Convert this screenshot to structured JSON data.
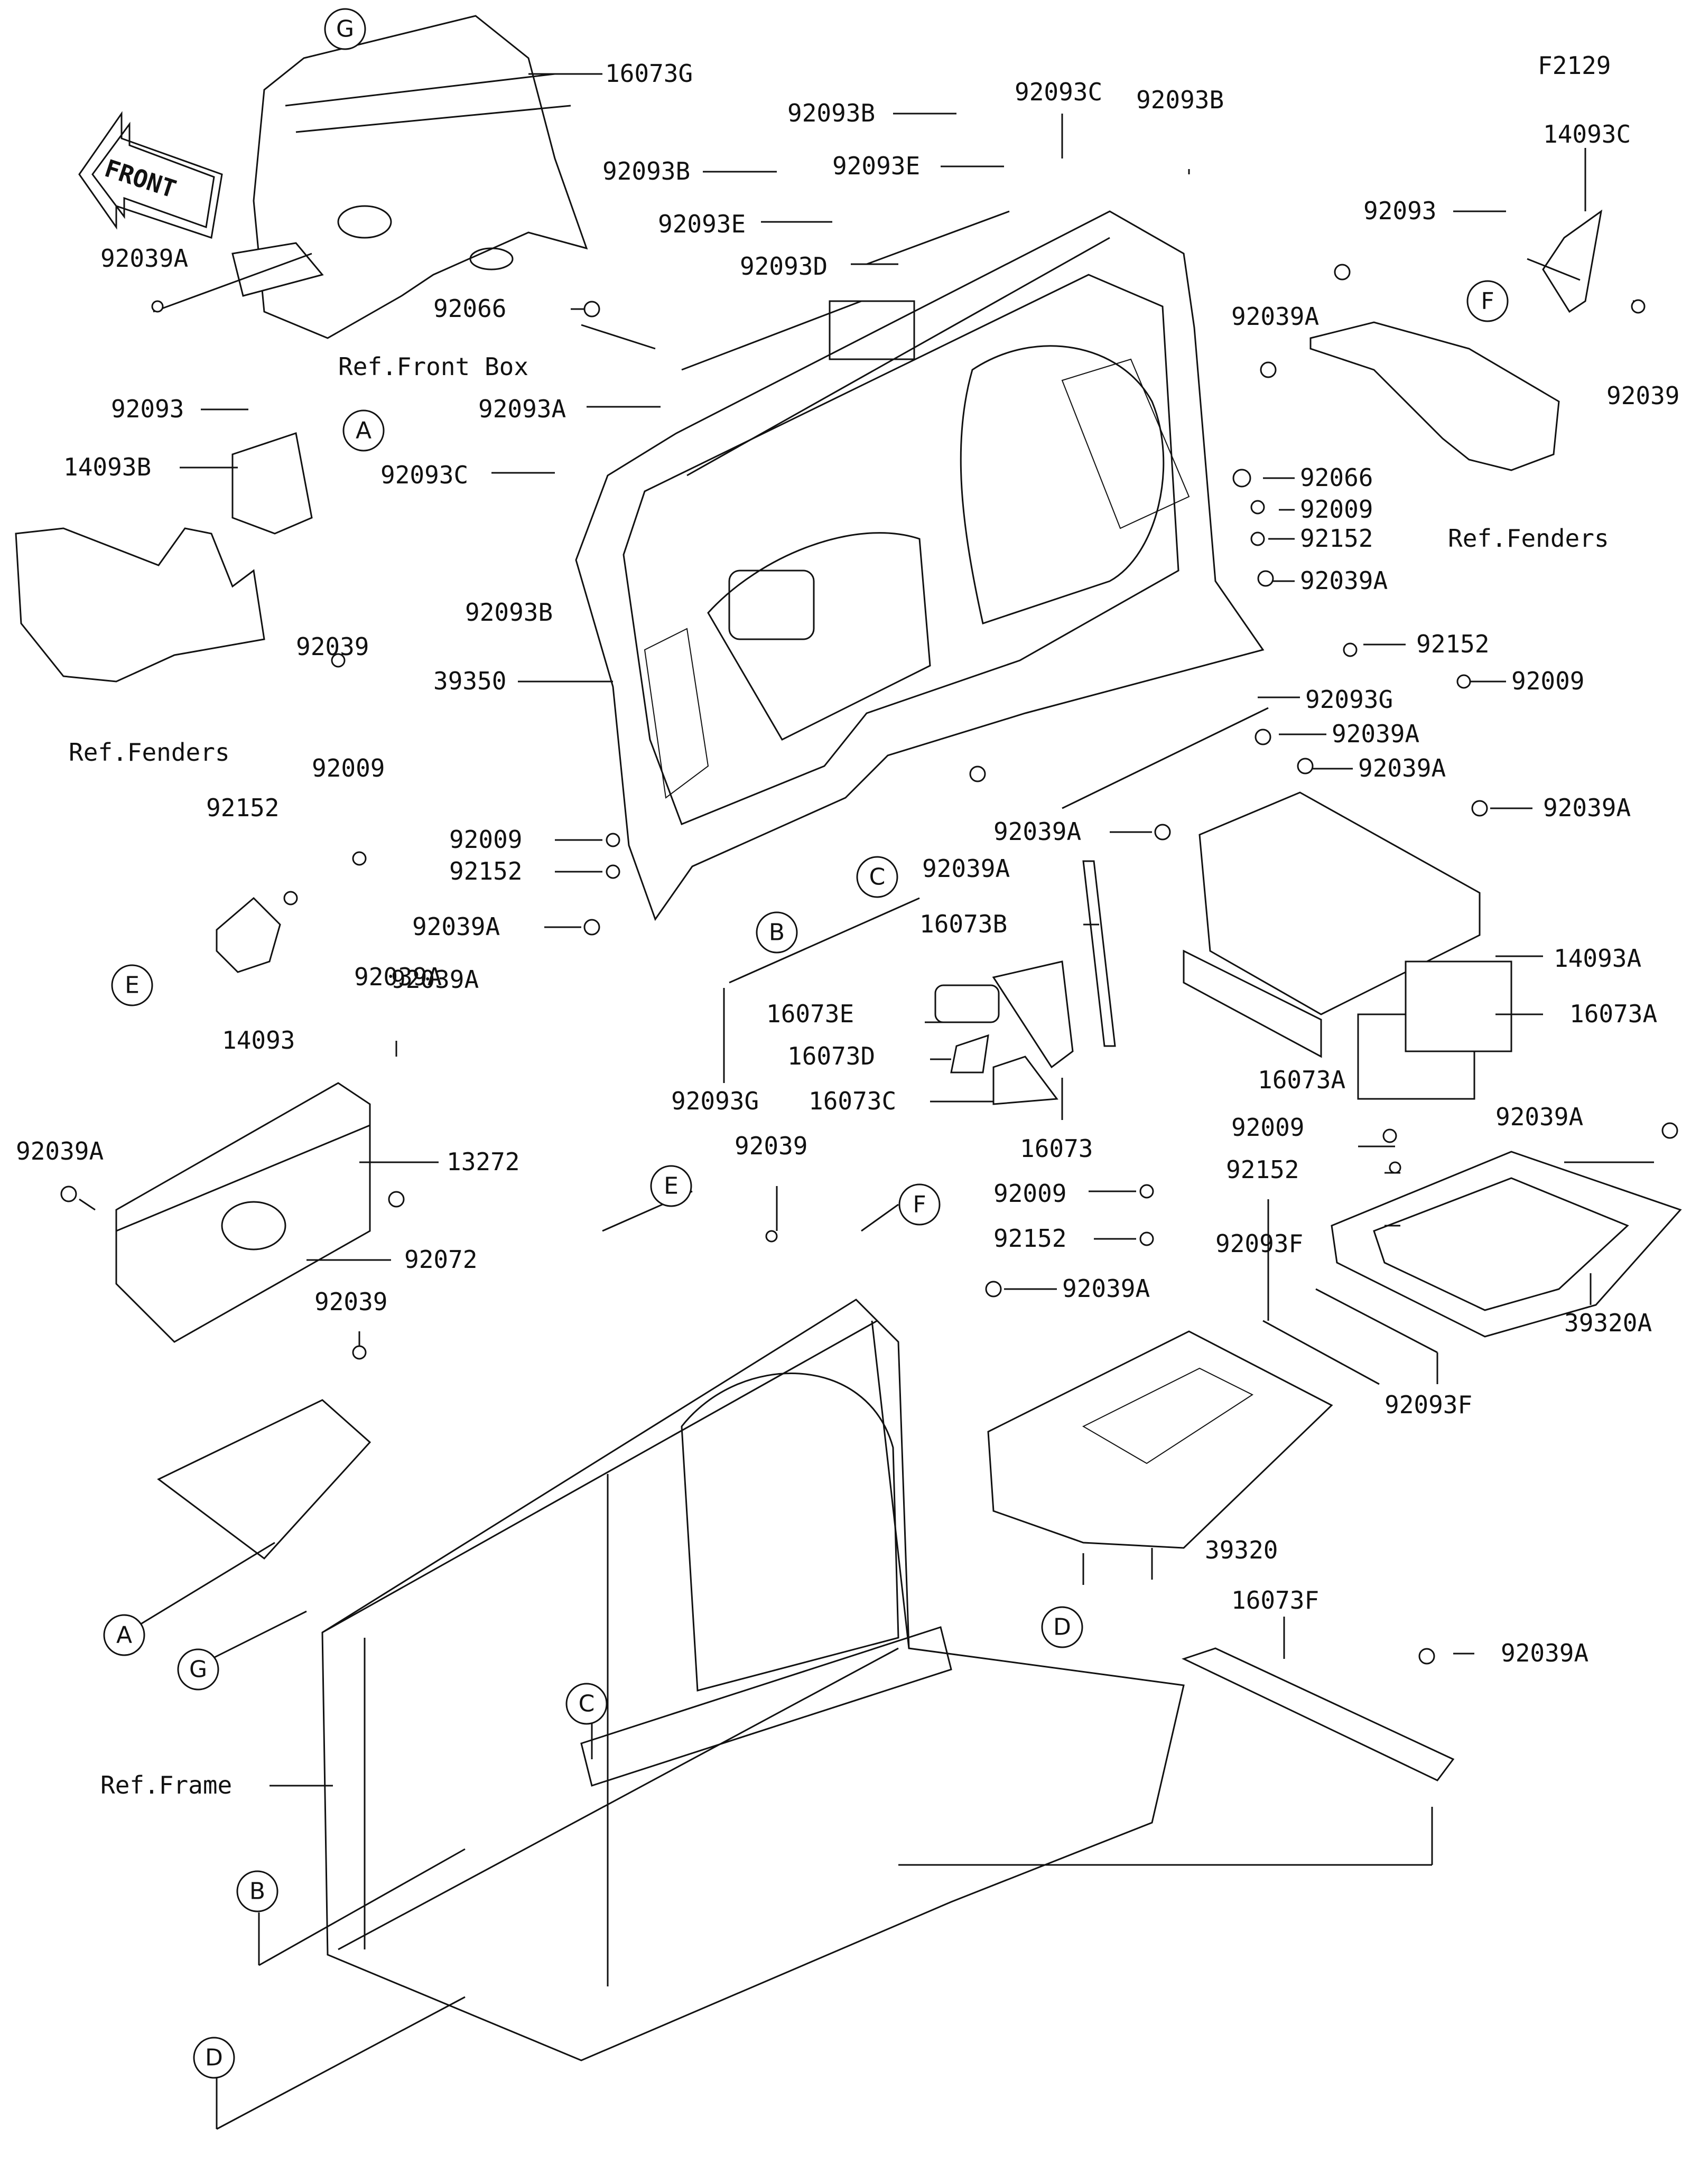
{
  "figure_code": "F2129",
  "front_arrow_text": "FRONT",
  "callouts": [
    "A",
    "B",
    "C",
    "D",
    "E",
    "F",
    "G"
  ],
  "part_labels": {
    "p16073G": "16073G",
    "p92093B_1": "92093B",
    "p92093C_1": "92093C",
    "p92093B_2": "92093B",
    "p14093C": "14093C",
    "p92093B_3": "92093B",
    "p92093E_1": "92093E",
    "p92093": "92093",
    "p92039A_1": "92039A",
    "p92093E_2": "92093E",
    "p92093D": "92093D",
    "p92066_1": "92066",
    "p92039A_2": "92039A",
    "p92039_1": "92039",
    "pFrontBox": "Ref.Front Box",
    "p92093A": "92093A",
    "p92093_2": "92093",
    "p14093B": "14093B",
    "p92093C_2": "92093C",
    "p92066_2": "92066",
    "p92009_1": "92009",
    "pFenders_1": "Ref.Fenders",
    "p92152_1": "92152",
    "p92039A_3": "92039A",
    "p92093B_4": "92093B",
    "p92039_2": "92039",
    "p39350": "39350",
    "p92152_2": "92152",
    "p92009_2": "92009",
    "pFenders_2": "Ref.Fenders",
    "p92093G_1": "92093G",
    "p92039A_4": "92039A",
    "p92009_3": "92009",
    "p92039A_5": "92039A",
    "p92152_3": "92152",
    "p92039A_6": "92039A",
    "p92039A_7": "92039A",
    "p92009_4": "92009",
    "p92152_4": "92152",
    "p92039A_8": "92039A",
    "p16073B": "16073B",
    "p14093A": "14093A",
    "p92039A_9": "92039A",
    "p14093": "14093",
    "p16073E": "16073E",
    "p16073A_1": "16073A",
    "p16073D": "16073D",
    "p92039A_10": "92039A",
    "p16073C": "16073C",
    "p16073A_2": "16073A",
    "p92093G_2": "92093G",
    "p16073": "16073",
    "p92039A_11": "92039A",
    "p92009_5": "92009",
    "p13272": "13272",
    "p92152_5": "92152",
    "p92039_3": "92039",
    "p92009_6": "92009",
    "p92072": "92072",
    "p92152_6": "92152",
    "p92093F_1": "92093F",
    "p92039A_12": "92039A",
    "p92039_4": "92039",
    "p39320A": "39320A",
    "p92093F_2": "92093F",
    "p39320": "39320",
    "p16073F": "16073F",
    "p92039A_13": "92039A",
    "pFrame": "Ref.Frame"
  },
  "colors": {
    "ink": "#111111",
    "paper": "#ffffff"
  }
}
